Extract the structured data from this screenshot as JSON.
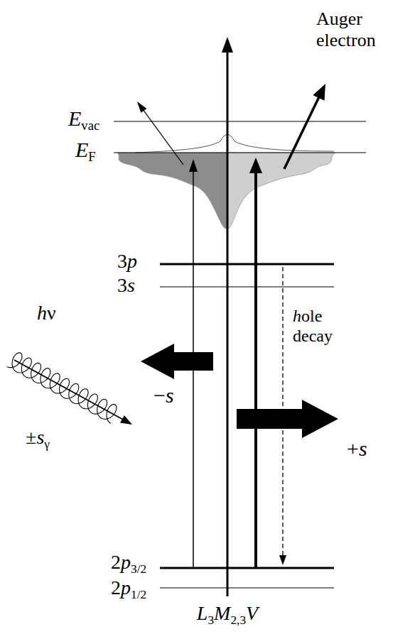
{
  "diagram": {
    "caption": "L3M2,3V",
    "labels": [
      "Auger electron",
      "Evac",
      "EF",
      "3p",
      "3s",
      "hole decay",
      "hν",
      "−s",
      "±sγ",
      "+s",
      "2p3/2",
      "2p1/2"
    ]
  }
}
